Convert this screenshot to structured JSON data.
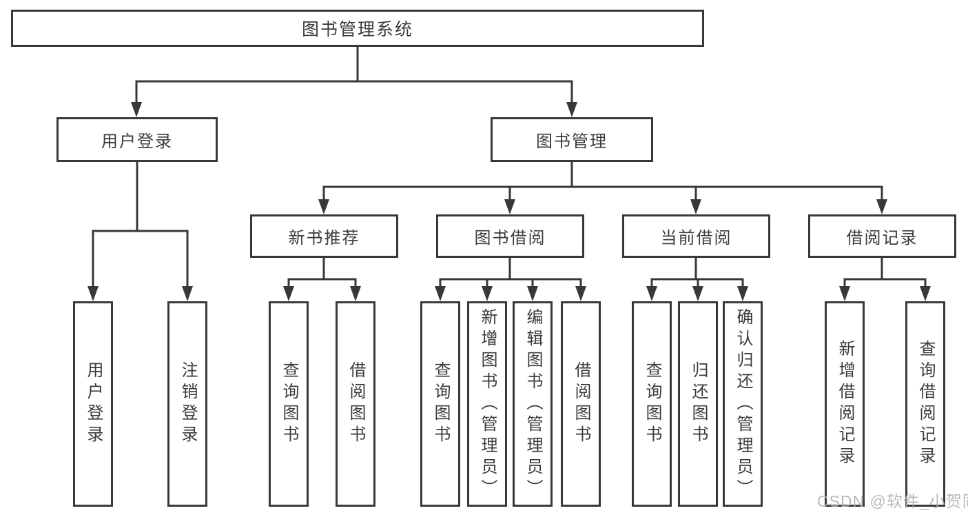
{
  "root": {
    "label": "图书管理系统"
  },
  "tree": {
    "user_login": {
      "label": "用户登录",
      "children": [
        {
          "label": "用户登录"
        },
        {
          "label": "注销登录"
        }
      ]
    },
    "book_management": {
      "label": "图书管理",
      "children": [
        {
          "label": "新书推荐",
          "children": [
            {
              "label": "查询图书"
            },
            {
              "label": "借阅图书"
            }
          ]
        },
        {
          "label": "图书借阅",
          "children": [
            {
              "label": "查询图书"
            },
            {
              "label": "新增图书（管理员）"
            },
            {
              "label": "编辑图书（管理员）"
            },
            {
              "label": "借阅图书"
            }
          ]
        },
        {
          "label": "当前借阅",
          "children": [
            {
              "label": "查询图书"
            },
            {
              "label": "归还图书"
            },
            {
              "label": "确认归还（管理员）"
            }
          ]
        },
        {
          "label": "借阅记录",
          "children": [
            {
              "label": "新增借阅记录"
            },
            {
              "label": "查询借阅记录"
            }
          ]
        }
      ]
    }
  },
  "watermark": "CSDN @软件_小贺同学",
  "colors": {
    "line": "#383838",
    "text": "#3b3b3b",
    "background": "#ffffff",
    "watermark": "#b3b3b3"
  }
}
